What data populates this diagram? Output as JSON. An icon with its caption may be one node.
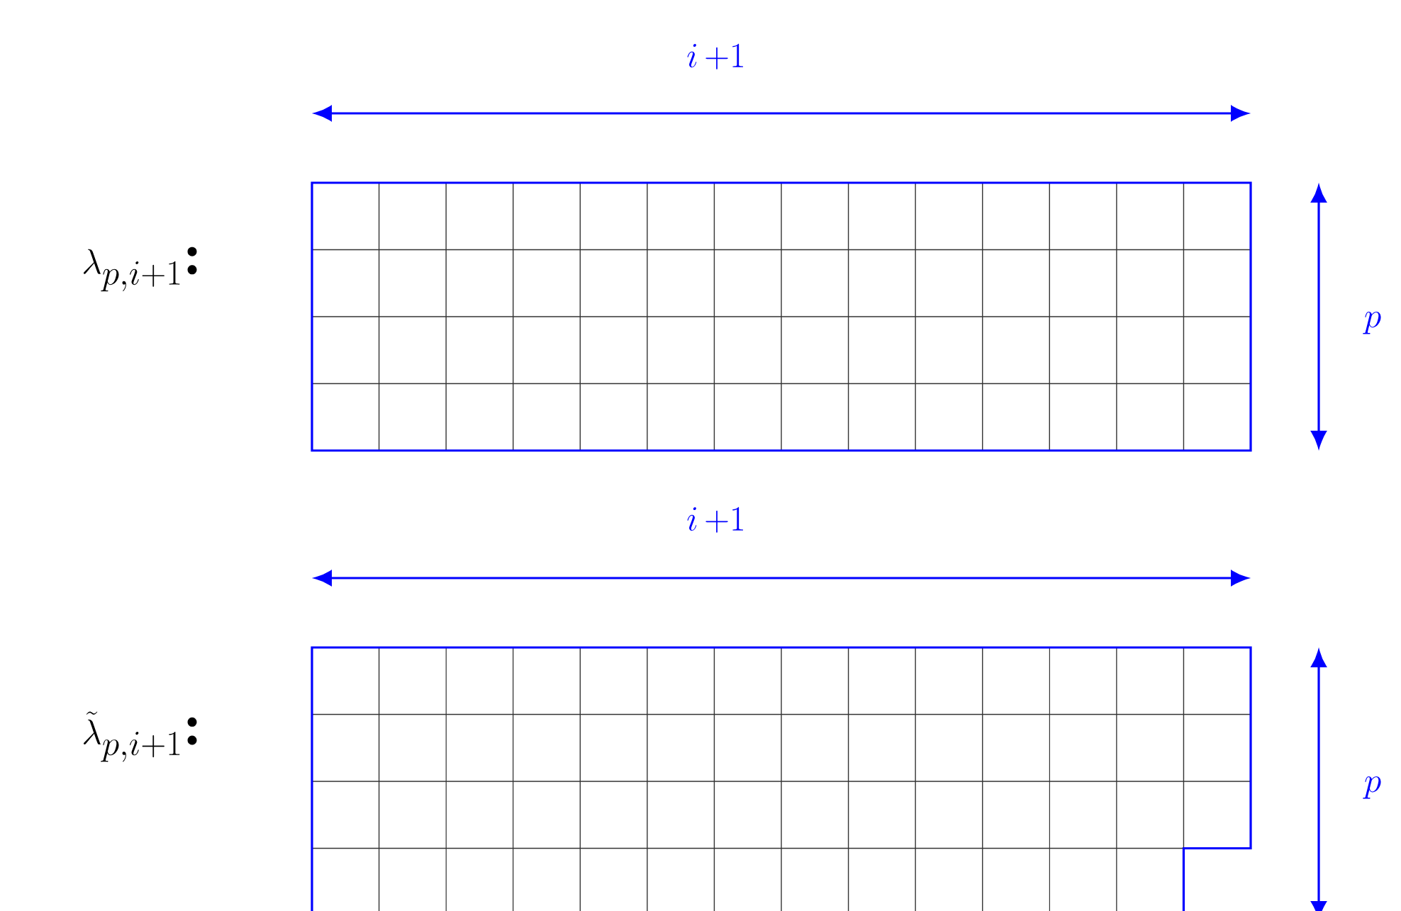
{
  "diagram": {
    "labels": [
      "i\\,{+}1",
      "\\lambda_{p,i+1}\\textbf{:}",
      "p",
      "i\\,{+}1",
      "\\tilde{\\lambda}_{p,i+1}\\textbf{:}",
      "p"
    ]
  }
}
